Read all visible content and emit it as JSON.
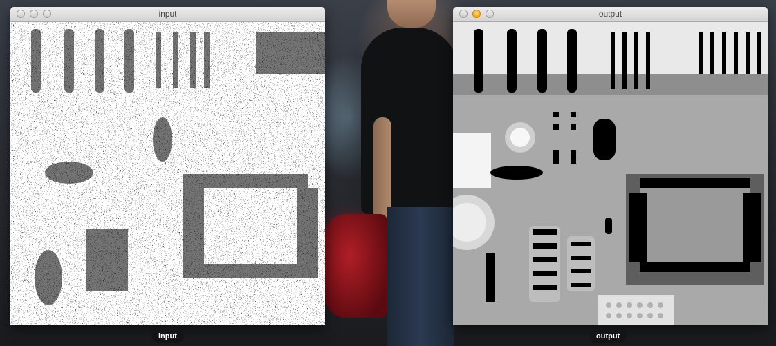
{
  "windows": {
    "input": {
      "title": "input"
    },
    "output": {
      "title": "output"
    }
  },
  "dock": {
    "input_label": "input",
    "output_label": "output"
  },
  "colors": {
    "close_button": "#d0d0d0",
    "minimize_button_active": "#f0a91b",
    "zoom_button": "#d0d0d0",
    "dock_label_bg": "#141416"
  }
}
